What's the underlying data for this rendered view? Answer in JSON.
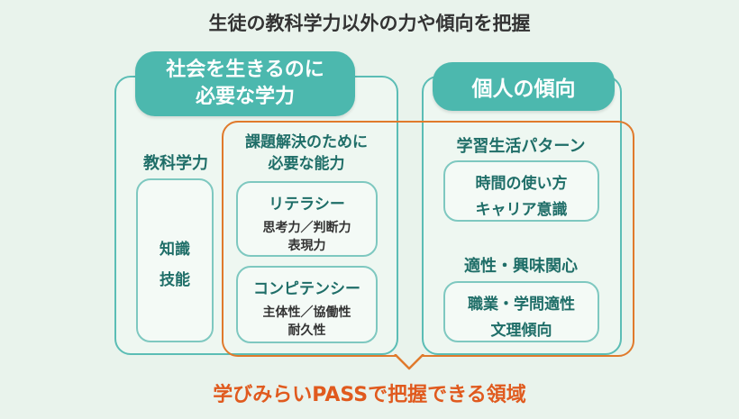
{
  "title": "生徒の教科学力以外の力や傾向を把握",
  "left_panel": {
    "pill_line1": "社会を生きるのに",
    "pill_line2": "必要な学力",
    "subject_heading": "教科学力",
    "subject_items": [
      "知識",
      "技能"
    ],
    "ability_heading_line1": "課題解決のために",
    "ability_heading_line2": "必要な能力",
    "literacy": {
      "title": "リテラシー",
      "line1": "思考力／判断力",
      "line2": "表現力"
    },
    "competency": {
      "title": "コンピテンシー",
      "line1": "主体性／協働性",
      "line2": "耐久性"
    }
  },
  "right_panel": {
    "pill": "個人の傾向",
    "pattern_heading": "学習生活パターン",
    "pattern_box_line1": "時間の使い方",
    "pattern_box_line2": "キャリア意識",
    "aptitude_heading": "適性・興味関心",
    "aptitude_box_line1": "職業・学問適性",
    "aptitude_box_line2": "文理傾向"
  },
  "pass_label": "学びみらいPASSで把握できる領域",
  "colors": {
    "teal": "#4cb8ae",
    "dark_teal": "#1f6e68",
    "orange": "#e07a2c",
    "background": "#e9f3ec"
  }
}
